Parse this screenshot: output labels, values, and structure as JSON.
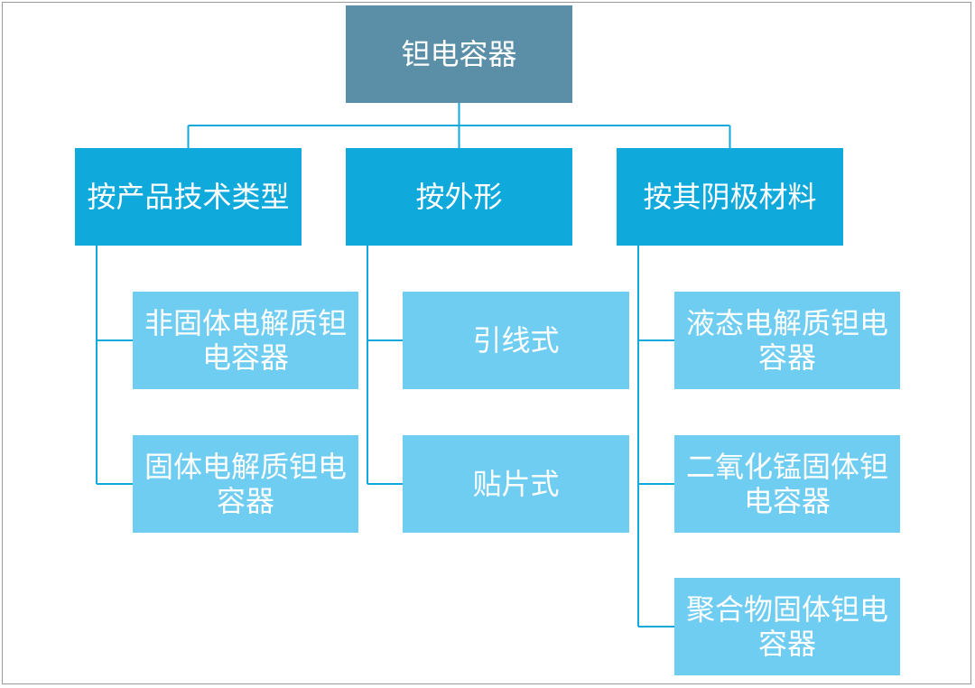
{
  "colors": {
    "root": "#5b8fa8",
    "category": "#10a9dc",
    "leaf": "#6fcdf2",
    "connector": "#10a9dc",
    "text": "#ffffff"
  },
  "root": {
    "label": "钽电容器"
  },
  "categories": [
    {
      "label": "按产品技术类型",
      "items": [
        "非固体电解质钽电容器",
        "固体电解质钽电容器"
      ]
    },
    {
      "label": "按外形",
      "items": [
        "引线式",
        "贴片式"
      ]
    },
    {
      "label": "按其阴极材料",
      "items": [
        "液态电解质钽电容器",
        "二氧化锰固体钽电容器",
        "聚合物固体钽电容器"
      ]
    }
  ]
}
